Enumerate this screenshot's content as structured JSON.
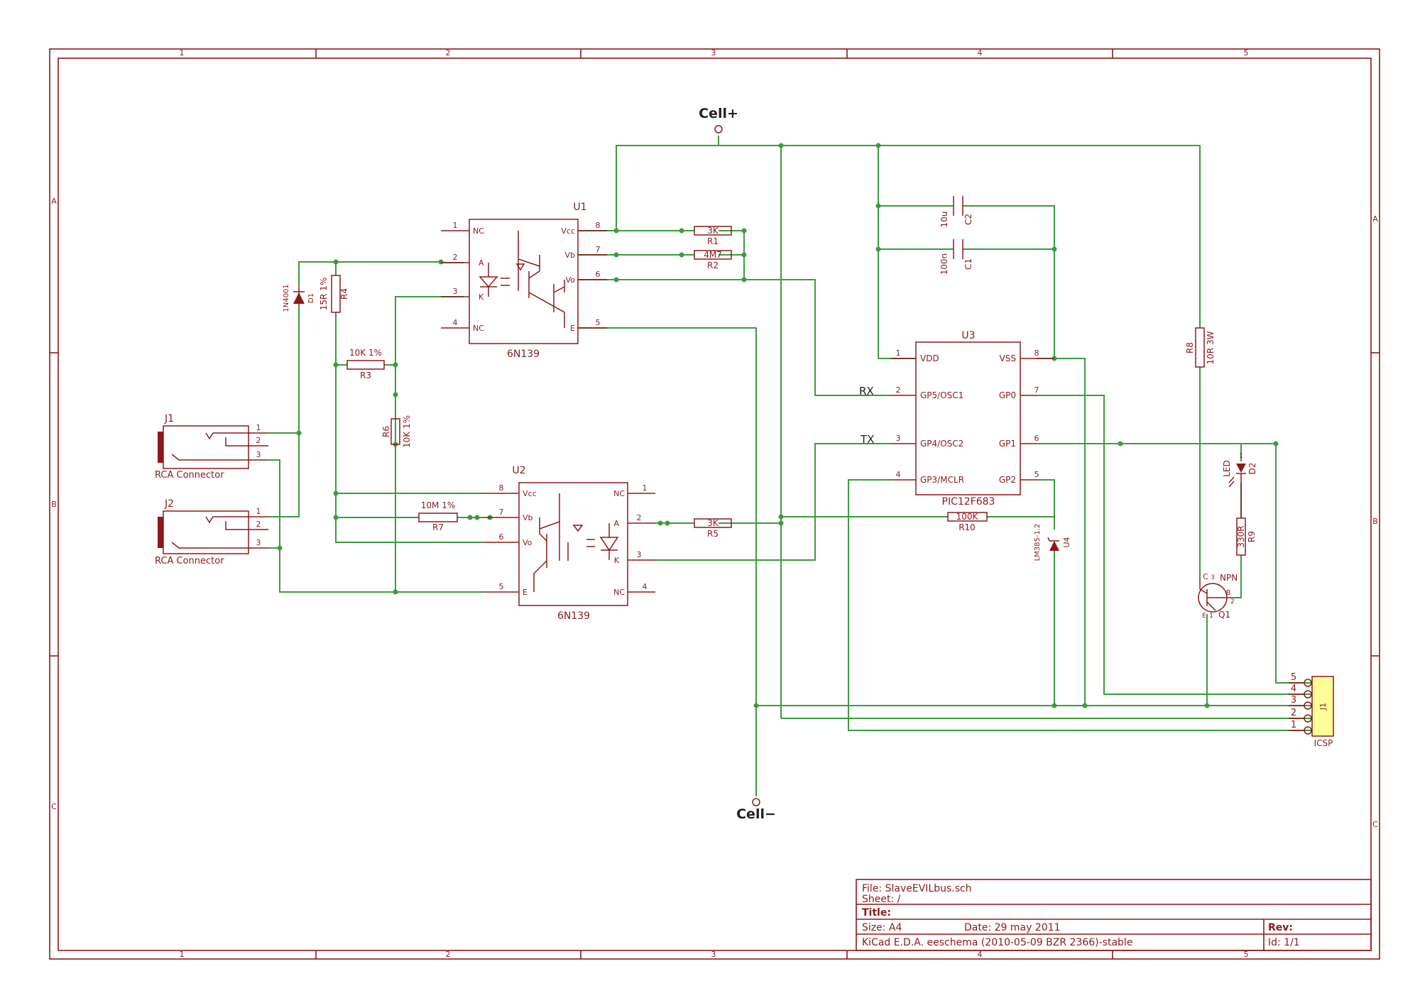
{
  "frame": {
    "zones_top": [
      "1",
      "2",
      "3",
      "4",
      "5"
    ],
    "zones_bottom": [
      "1",
      "2",
      "3",
      "4",
      "5"
    ],
    "rows_left": [
      "A",
      "B",
      "C"
    ],
    "rows_right": [
      "A",
      "B",
      "C"
    ]
  },
  "nets": {
    "power_pos": "Cell+",
    "power_neg": "Cell−",
    "rx": "RX",
    "tx": "TX"
  },
  "u1": {
    "ref": "U1",
    "value": "6N139",
    "pins_left": [
      {
        "n": "1",
        "name": "NC"
      },
      {
        "n": "2",
        "name": "A"
      },
      {
        "n": "3",
        "name": "K"
      },
      {
        "n": "4",
        "name": "NC"
      }
    ],
    "pins_right": [
      {
        "n": "8",
        "name": "Vcc"
      },
      {
        "n": "7",
        "name": "Vb"
      },
      {
        "n": "6",
        "name": "Vo"
      },
      {
        "n": "5",
        "name": "E"
      }
    ]
  },
  "u2": {
    "ref": "U2",
    "value": "6N139",
    "pins_left": [
      {
        "n": "8",
        "name": "Vcc"
      },
      {
        "n": "7",
        "name": "Vb"
      },
      {
        "n": "6",
        "name": "Vo"
      },
      {
        "n": "5",
        "name": "E"
      }
    ],
    "pins_right": [
      {
        "n": "1",
        "name": "NC"
      },
      {
        "n": "2",
        "name": "A"
      },
      {
        "n": "3",
        "name": "K"
      },
      {
        "n": "4",
        "name": "NC"
      }
    ]
  },
  "u3": {
    "ref": "U3",
    "value": "PIC12F683",
    "pins_left": [
      {
        "n": "1",
        "name": "VDD"
      },
      {
        "n": "2",
        "name": "GP5/OSC1"
      },
      {
        "n": "3",
        "name": "GP4/OSC2"
      },
      {
        "n": "4",
        "name": "GP3/MCLR"
      }
    ],
    "pins_right": [
      {
        "n": "8",
        "name": "VSS"
      },
      {
        "n": "7",
        "name": "GP0"
      },
      {
        "n": "6",
        "name": "GP1"
      },
      {
        "n": "5",
        "name": "GP2"
      }
    ]
  },
  "resistors": {
    "r1": {
      "ref": "R1",
      "value": "3K"
    },
    "r2": {
      "ref": "R2",
      "value": "4M7"
    },
    "r3": {
      "ref": "R3",
      "value": "10K 1%"
    },
    "r4": {
      "ref": "R4",
      "value": "15R 1%"
    },
    "r5": {
      "ref": "R5",
      "value": "3K"
    },
    "r6": {
      "ref": "R6",
      "value": "10K 1%"
    },
    "r7": {
      "ref": "R7",
      "value": "10M 1%"
    },
    "r8": {
      "ref": "R8",
      "value": "10R 3W"
    },
    "r9": {
      "ref": "R9",
      "value": "330R"
    },
    "r10": {
      "ref": "R10",
      "value": "100K"
    }
  },
  "caps": {
    "c1": {
      "ref": "C1",
      "value": "100n"
    },
    "c2": {
      "ref": "C2",
      "value": "10u"
    }
  },
  "d1": {
    "ref": "D1",
    "value": "1N4001"
  },
  "d2": {
    "ref": "D2",
    "value": "LED",
    "pin": "1"
  },
  "u4": {
    "ref": "U4",
    "value": "LM385-1.2"
  },
  "q1": {
    "ref": "Q1",
    "value": "NPN",
    "pins": {
      "c": "C",
      "b": "B",
      "e": "E",
      "n1": "1",
      "n2": "2",
      "n3": "3"
    }
  },
  "j_rca1": {
    "ref": "J1",
    "value": "RCA Connector",
    "pins": [
      "1",
      "2",
      "3"
    ]
  },
  "j_rca2": {
    "ref": "J2",
    "value": "RCA Connector",
    "pins": [
      "1",
      "2",
      "3"
    ]
  },
  "icsp": {
    "ref": "J1",
    "value": "ICSP",
    "pins": [
      "5",
      "4",
      "3",
      "2",
      "1"
    ]
  },
  "title_block": {
    "file": "File: SlaveEVILbus.sch",
    "sheet": "Sheet: /",
    "title": "Title:",
    "size": "Size: A4",
    "date": "Date: 29 may 2011",
    "rev": "Rev:",
    "tool": "KiCad E.D.A.  eeschema (2010-05-09 BZR 2366)-stable",
    "id": "Id: 1/1"
  },
  "colors": {
    "component": "#8b1a1a",
    "wire": "#3c9c3c",
    "icsp_fill": "#ffff99"
  }
}
